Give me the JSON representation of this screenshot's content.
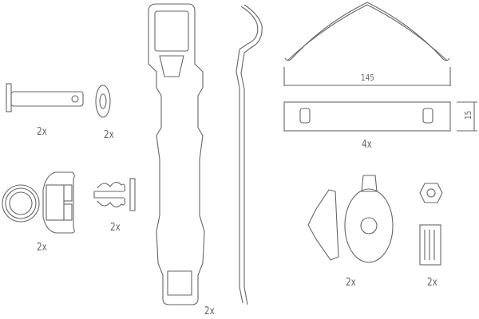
{
  "parts": {
    "clevis_pin": {
      "qty": "2x"
    },
    "washer": {
      "qty": "2x"
    },
    "bushing": {
      "qty": "2x"
    },
    "spring_clip": {
      "qty": "2x"
    },
    "guide_spring": {
      "qty": "2x"
    },
    "anti_rattle_spring": {
      "qty": "4x",
      "length": "145",
      "width": "15"
    },
    "cap_and_disc": {
      "qty": "2x"
    },
    "nut_and_bolt": {
      "qty": "2x"
    }
  }
}
